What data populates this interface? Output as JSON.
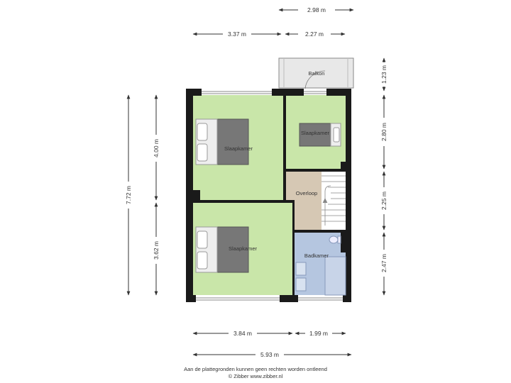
{
  "rooms": {
    "bedroom_top": "Slaapkamer",
    "bedroom_small": "Slaapkamer",
    "landing": "Overloop",
    "bedroom_bottom": "Slaapkamer",
    "bathroom": "Badkamer",
    "balcony": "Balkon"
  },
  "dimensions": {
    "top_total": "2.98 m",
    "top_left": "3.37 m",
    "top_right": "2.27 m",
    "right_1": "1.23 m",
    "right_2": "2.80 m",
    "right_3": "2.25 m",
    "right_4": "2.47 m",
    "left_total": "7.72 m",
    "left_upper": "4.00 m",
    "left_lower": "3.62 m",
    "bottom_left": "3.84 m",
    "bottom_right": "1.99 m",
    "bottom_total": "5.93 m"
  },
  "footer": {
    "disclaimer": "Aan de plattegronden kunnen geen rechten worden ontleend",
    "copyright": "© Zibber www.zibber.nl"
  },
  "colors": {
    "bedroom": "#c9e6a9",
    "landing": "#d6c8b4",
    "bathroom": "#b5c6e0",
    "wall": "#1a1a1a"
  }
}
